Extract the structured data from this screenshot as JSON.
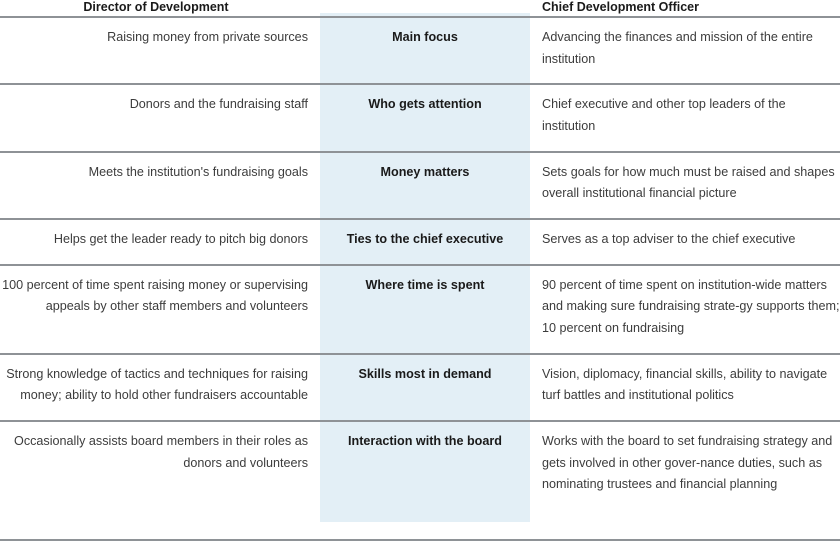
{
  "table": {
    "headers": {
      "left": "Director of Development",
      "middle": "",
      "right": "Chief Development Officer"
    },
    "colors": {
      "middle_column_fill": "#e3eff6",
      "rule": "#8e9296",
      "header_text": "#1a1a1a",
      "body_text": "#3c3c3c",
      "background": "#ffffff"
    },
    "rows": [
      {
        "left": "Raising money from private sources",
        "middle": "Main focus",
        "right": "Advancing the finances and mission of the entire institution"
      },
      {
        "left": "Donors and the fundraising staff",
        "middle": "Who gets attention",
        "right": "Chief executive and other top leaders of the institution"
      },
      {
        "left": "Meets the institution's fundraising goals",
        "middle": "Money matters",
        "right": "Sets goals for how much must be raised and shapes overall institutional financial picture"
      },
      {
        "left": "Helps get the leader ready to pitch big donors",
        "middle": "Ties to the chief executive",
        "right": "Serves as a top adviser to the chief executive"
      },
      {
        "left": "100 percent of time spent raising money or supervising appeals by other staff members and volunteers",
        "middle": "Where time is spent",
        "right": "90 percent of time spent on institution-wide matters and making sure fundraising strate-gy supports them; 10 percent on fundraising"
      },
      {
        "left": "Strong knowledge of tactics and techniques for raising money; ability to hold other fundraisers accountable",
        "middle": "Skills most in demand",
        "right": "Vision, diplomacy, financial skills, ability to navigate turf battles and institutional politics"
      },
      {
        "left": "Occasionally assists board members in their roles as donors and volunteers",
        "middle": "Interaction with the board",
        "right": "Works with the board to set fundraising strategy and gets involved in other gover-nance duties, such as nominating trustees and financial planning"
      }
    ]
  }
}
